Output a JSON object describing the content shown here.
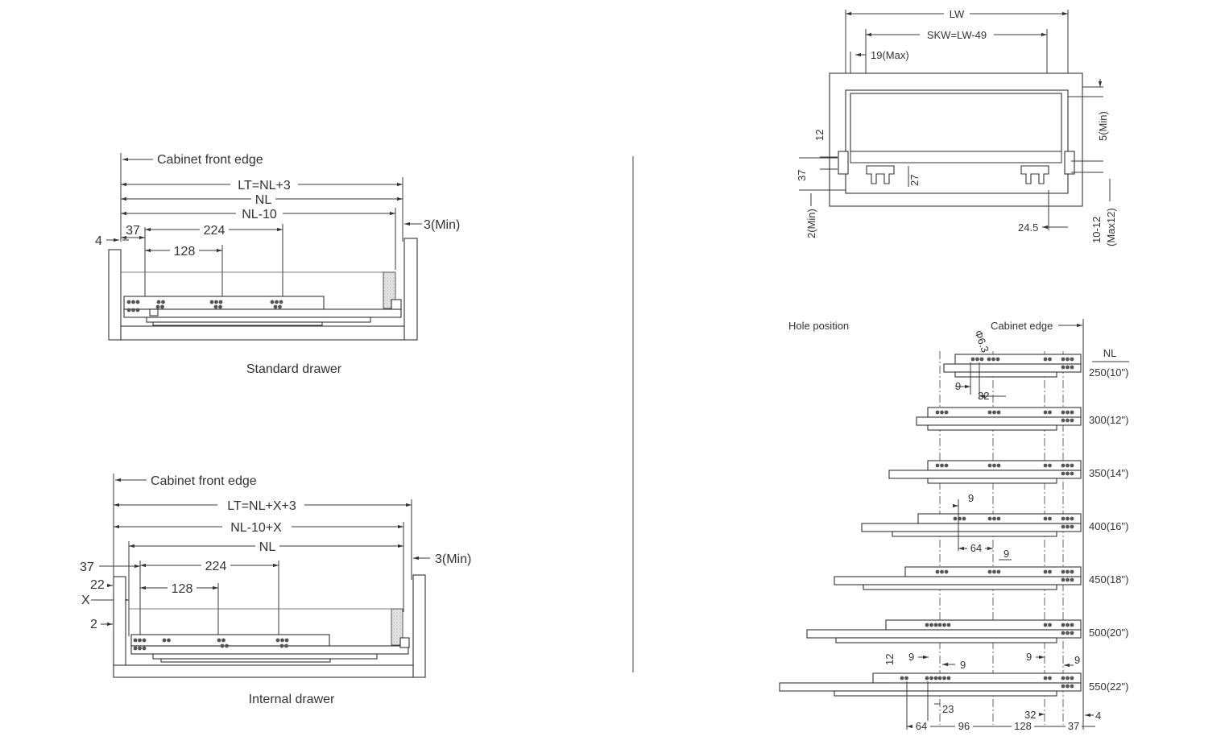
{
  "standard": {
    "front_edge": "Cabinet front edge",
    "lt": "LT=NL+3",
    "nl": "NL",
    "nl10": "NL-10",
    "d37": "37",
    "d224": "224",
    "d128": "128",
    "d4": "4",
    "min3": "3(Min)",
    "caption": "Standard drawer"
  },
  "internal": {
    "front_edge": "Cabinet front edge",
    "lt": "LT=NL+X+3",
    "nl10x": "NL-10+X",
    "nl": "NL",
    "d37": "37",
    "d224": "224",
    "d128": "128",
    "d22": "22",
    "dx": "X",
    "d2": "2",
    "min3": "3(Min)",
    "caption": "Internal drawer"
  },
  "section": {
    "lw": "LW",
    "skw": "SKW=LW-49",
    "max19": "19(Max)",
    "min5": "5(Min)",
    "d12": "12",
    "d37": "37",
    "d27": "27",
    "min2": "2(Min)",
    "d245": "24.5",
    "d1012": "10-12",
    "max12": "(Max12)"
  },
  "holes": {
    "title": "Hole position",
    "cabinet_edge": "Cabinet edge",
    "phi": "Φ6.3",
    "nl_header": "NL",
    "sizes": [
      "250(10\")",
      "300(12\")",
      "350(14\")",
      "400(16\")",
      "450(18\")",
      "500(20\")",
      "550(22\")"
    ],
    "d9": "9",
    "d32": "32",
    "d64": "64",
    "d12": "12",
    "d23": "23",
    "d96": "96",
    "d128": "128",
    "d37": "37",
    "d4": "4"
  }
}
